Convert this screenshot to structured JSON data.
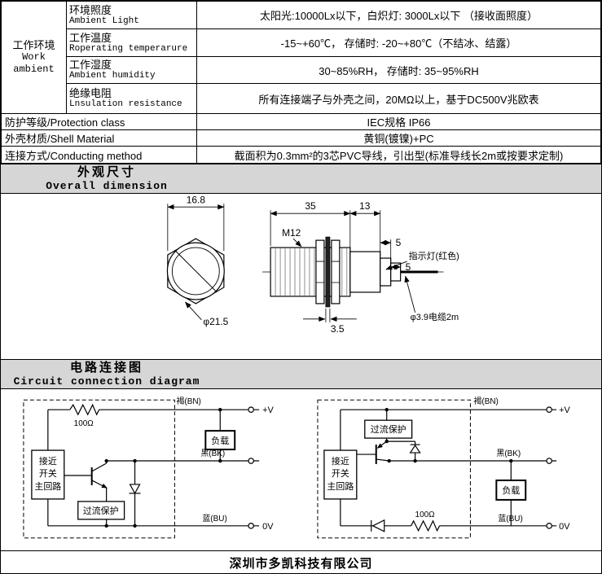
{
  "colors": {
    "section_band": "#d6d6d6",
    "line": "#000000",
    "background": "#ffffff"
  },
  "spec_table": {
    "group": {
      "cn": "工作环境",
      "en1": "Work",
      "en2": "ambient"
    },
    "rows": [
      {
        "cn": "环境照度",
        "en": "Ambient Light",
        "value": "太阳光:10000Lx以下，白炽灯: 3000Lx以下 （接收面照度）"
      },
      {
        "cn": "工作温度",
        "en": "Roperating temperarure",
        "value": "-15~+60℃， 存储时: -20~+80℃（不结冰、结露）"
      },
      {
        "cn": "工作湿度",
        "en": "Ambient humidity",
        "value": "30~85%RH， 存储时: 35~95%RH"
      },
      {
        "cn": "绝缘电阻",
        "en": "Lnsulation resistance",
        "value": "所有连接端子与外壳之间，20MΩ以上，基于DC500V兆欧表"
      }
    ],
    "simple_rows": [
      {
        "label": "防护等级/Protection class",
        "value": "IEC规格 IP66"
      },
      {
        "label": "外壳材质/Shell Material",
        "value": "黄铜(镀镍)+PC"
      },
      {
        "label": "连接方式/Conducting method",
        "value": "截面积为0.3mm²的3芯PVC导线，引出型(标准导线长2m或按要求定制)"
      }
    ]
  },
  "sections": {
    "dimension": {
      "cn": "外观尺寸",
      "en": "Overall dimension"
    },
    "circuit": {
      "cn": "电路连接图",
      "en": "Circuit connection diagram"
    }
  },
  "dimension_drawing": {
    "across_flats": "16.8",
    "outer_diameter": "φ21.5",
    "thread_spec": "M12",
    "body_length": "35",
    "head_length": "13",
    "indicator": "指示灯(红色)",
    "seg_a": "5",
    "seg_b": "5",
    "nut_thickness": "3.5",
    "cable": "φ3.9电缆2m"
  },
  "circuits": {
    "npn": {
      "brown": "褐(BN)",
      "black": "黑(BK)",
      "blue": "蓝(BU)",
      "v_plus": "+V",
      "v_zero": "0V",
      "resistor": "100Ω",
      "load": "负载",
      "main1": "接近",
      "main2": "开关",
      "main3": "主回路",
      "protect": "过流保护"
    },
    "pnp": {
      "brown": "褐(BN)",
      "black": "黑(BK)",
      "blue": "蓝(BU)",
      "v_plus": "+V",
      "v_zero": "0V",
      "resistor": "100Ω",
      "load": "负载",
      "main1": "接近",
      "main2": "开关",
      "main3": "主回路",
      "protect": "过流保护"
    }
  },
  "footer": {
    "company": "深圳市多凯科技有限公司"
  }
}
